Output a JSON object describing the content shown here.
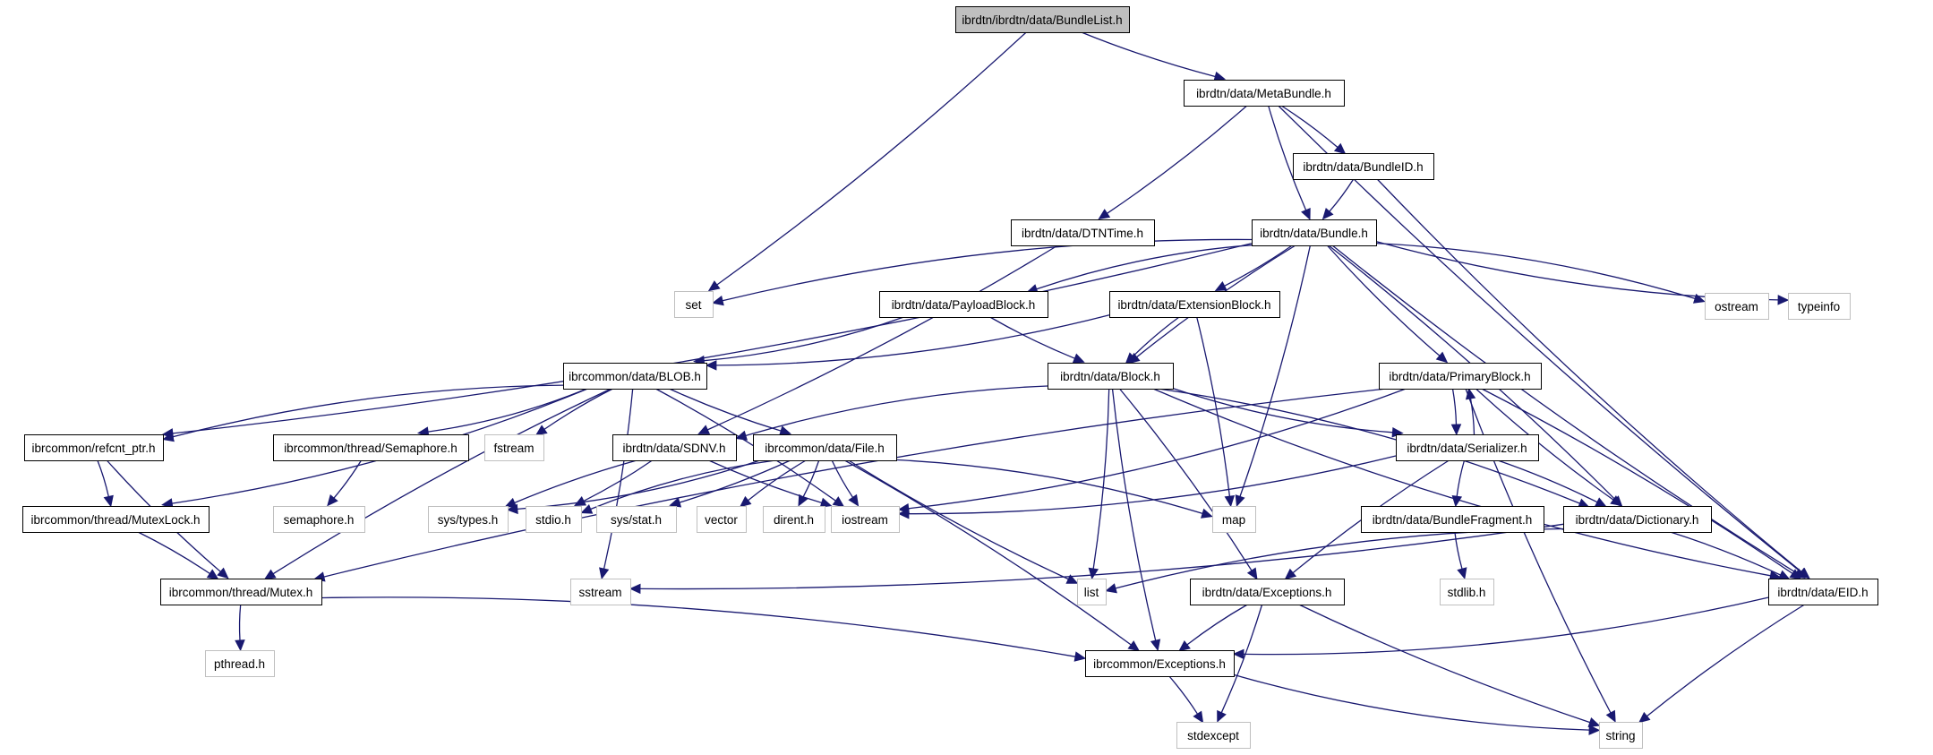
{
  "diagram": {
    "type": "include-dependency-graph",
    "edge_color": "#191970",
    "root_fill": "#bfbfbf",
    "external_border": "#bfbfbf",
    "nodes": [
      {
        "id": "BundleList",
        "label": "ibrdtn/ibrdtn/data/BundleList.h",
        "kind": "root"
      },
      {
        "id": "MetaBundle",
        "label": "ibrdtn/data/MetaBundle.h",
        "kind": "internal"
      },
      {
        "id": "BundleID",
        "label": "ibrdtn/data/BundleID.h",
        "kind": "internal"
      },
      {
        "id": "DTNTime",
        "label": "ibrdtn/data/DTNTime.h",
        "kind": "internal"
      },
      {
        "id": "Bundle",
        "label": "ibrdtn/data/Bundle.h",
        "kind": "internal"
      },
      {
        "id": "set",
        "label": "set",
        "kind": "external"
      },
      {
        "id": "PayloadBlock",
        "label": "ibrdtn/data/PayloadBlock.h",
        "kind": "internal"
      },
      {
        "id": "ExtensionBlock",
        "label": "ibrdtn/data/ExtensionBlock.h",
        "kind": "internal"
      },
      {
        "id": "ostream",
        "label": "ostream",
        "kind": "external"
      },
      {
        "id": "typeinfo",
        "label": "typeinfo",
        "kind": "external"
      },
      {
        "id": "BLOB",
        "label": "ibrcommon/data/BLOB.h",
        "kind": "internal"
      },
      {
        "id": "Block",
        "label": "ibrdtn/data/Block.h",
        "kind": "internal"
      },
      {
        "id": "PrimaryBlock",
        "label": "ibrdtn/data/PrimaryBlock.h",
        "kind": "internal"
      },
      {
        "id": "refcnt_ptr",
        "label": "ibrcommon/refcnt_ptr.h",
        "kind": "internal"
      },
      {
        "id": "Semaphore",
        "label": "ibrcommon/thread/Semaphore.h",
        "kind": "internal"
      },
      {
        "id": "fstream",
        "label": "fstream",
        "kind": "external"
      },
      {
        "id": "SDNV",
        "label": "ibrdtn/data/SDNV.h",
        "kind": "internal"
      },
      {
        "id": "File",
        "label": "ibrcommon/data/File.h",
        "kind": "internal"
      },
      {
        "id": "Serializer",
        "label": "ibrdtn/data/Serializer.h",
        "kind": "internal"
      },
      {
        "id": "MutexLock",
        "label": "ibrcommon/thread/MutexLock.h",
        "kind": "internal"
      },
      {
        "id": "semaphore_h",
        "label": "semaphore.h",
        "kind": "external"
      },
      {
        "id": "sys_types",
        "label": "sys/types.h",
        "kind": "external"
      },
      {
        "id": "stdio",
        "label": "stdio.h",
        "kind": "external"
      },
      {
        "id": "sys_stat",
        "label": "sys/stat.h",
        "kind": "external"
      },
      {
        "id": "vector",
        "label": "vector",
        "kind": "external"
      },
      {
        "id": "dirent",
        "label": "dirent.h",
        "kind": "external"
      },
      {
        "id": "iostream",
        "label": "iostream",
        "kind": "external"
      },
      {
        "id": "map",
        "label": "map",
        "kind": "external"
      },
      {
        "id": "BundleFragment",
        "label": "ibrdtn/data/BundleFragment.h",
        "kind": "internal"
      },
      {
        "id": "Dictionary",
        "label": "ibrdtn/data/Dictionary.h",
        "kind": "internal"
      },
      {
        "id": "Mutex",
        "label": "ibrcommon/thread/Mutex.h",
        "kind": "internal"
      },
      {
        "id": "sstream",
        "label": "sstream",
        "kind": "external"
      },
      {
        "id": "list",
        "label": "list",
        "kind": "external"
      },
      {
        "id": "DataExceptions",
        "label": "ibrdtn/data/Exceptions.h",
        "kind": "internal"
      },
      {
        "id": "stdlib",
        "label": "stdlib.h",
        "kind": "external"
      },
      {
        "id": "EID",
        "label": "ibrdtn/data/EID.h",
        "kind": "internal"
      },
      {
        "id": "pthread",
        "label": "pthread.h",
        "kind": "external"
      },
      {
        "id": "CommonExceptions",
        "label": "ibrcommon/Exceptions.h",
        "kind": "internal"
      },
      {
        "id": "stdexcept",
        "label": "stdexcept",
        "kind": "external"
      },
      {
        "id": "string",
        "label": "string",
        "kind": "external"
      }
    ],
    "edges": [
      [
        "BundleList",
        "set"
      ],
      [
        "BundleList",
        "MetaBundle"
      ],
      [
        "MetaBundle",
        "DTNTime"
      ],
      [
        "MetaBundle",
        "Bundle"
      ],
      [
        "MetaBundle",
        "BundleID"
      ],
      [
        "MetaBundle",
        "EID"
      ],
      [
        "BundleID",
        "Bundle"
      ],
      [
        "BundleID",
        "EID"
      ],
      [
        "DTNTime",
        "SDNV"
      ],
      [
        "Bundle",
        "set"
      ],
      [
        "Bundle",
        "refcnt_ptr"
      ],
      [
        "Bundle",
        "PayloadBlock"
      ],
      [
        "Bundle",
        "ExtensionBlock"
      ],
      [
        "Bundle",
        "Block"
      ],
      [
        "Bundle",
        "map"
      ],
      [
        "Bundle",
        "PrimaryBlock"
      ],
      [
        "Bundle",
        "Dictionary"
      ],
      [
        "Bundle",
        "EID"
      ],
      [
        "Bundle",
        "ostream"
      ],
      [
        "Bundle",
        "typeinfo"
      ],
      [
        "PayloadBlock",
        "BLOB"
      ],
      [
        "PayloadBlock",
        "Block"
      ],
      [
        "ExtensionBlock",
        "BLOB"
      ],
      [
        "ExtensionBlock",
        "Block"
      ],
      [
        "ExtensionBlock",
        "map"
      ],
      [
        "BLOB",
        "refcnt_ptr"
      ],
      [
        "BLOB",
        "MutexLock"
      ],
      [
        "BLOB",
        "Mutex"
      ],
      [
        "BLOB",
        "Semaphore"
      ],
      [
        "BLOB",
        "fstream"
      ],
      [
        "BLOB",
        "sstream"
      ],
      [
        "BLOB",
        "File"
      ],
      [
        "BLOB",
        "iostream"
      ],
      [
        "Block",
        "SDNV"
      ],
      [
        "Block",
        "list"
      ],
      [
        "Block",
        "CommonExceptions"
      ],
      [
        "Block",
        "DataExceptions"
      ],
      [
        "Block",
        "Serializer"
      ],
      [
        "Block",
        "Dictionary"
      ],
      [
        "Block",
        "EID"
      ],
      [
        "PrimaryBlock",
        "iostream"
      ],
      [
        "PrimaryBlock",
        "Mutex"
      ],
      [
        "PrimaryBlock",
        "Serializer"
      ],
      [
        "PrimaryBlock",
        "Dictionary"
      ],
      [
        "PrimaryBlock",
        "EID"
      ],
      [
        "PrimaryBlock",
        "string"
      ],
      [
        "refcnt_ptr",
        "MutexLock"
      ],
      [
        "refcnt_ptr",
        "Mutex"
      ],
      [
        "Semaphore",
        "semaphore_h"
      ],
      [
        "SDNV",
        "sys_types"
      ],
      [
        "SDNV",
        "stdio"
      ],
      [
        "SDNV",
        "iostream"
      ],
      [
        "File",
        "sys_types"
      ],
      [
        "File",
        "stdio"
      ],
      [
        "File",
        "sys_stat"
      ],
      [
        "File",
        "vector"
      ],
      [
        "File",
        "dirent"
      ],
      [
        "File",
        "iostream"
      ],
      [
        "File",
        "map"
      ],
      [
        "File",
        "list"
      ],
      [
        "File",
        "CommonExceptions"
      ],
      [
        "Serializer",
        "PrimaryBlock"
      ],
      [
        "Serializer",
        "iostream"
      ],
      [
        "Serializer",
        "BundleFragment"
      ],
      [
        "Serializer",
        "Dictionary"
      ],
      [
        "Serializer",
        "DataExceptions"
      ],
      [
        "MutexLock",
        "Mutex"
      ],
      [
        "BundleFragment",
        "stdlib"
      ],
      [
        "Dictionary",
        "sstream"
      ],
      [
        "Dictionary",
        "list"
      ],
      [
        "Dictionary",
        "EID"
      ],
      [
        "Mutex",
        "pthread"
      ],
      [
        "Mutex",
        "CommonExceptions"
      ],
      [
        "DataExceptions",
        "CommonExceptions"
      ],
      [
        "DataExceptions",
        "stdexcept"
      ],
      [
        "DataExceptions",
        "string"
      ],
      [
        "EID",
        "CommonExceptions"
      ],
      [
        "EID",
        "string"
      ],
      [
        "CommonExceptions",
        "stdexcept"
      ],
      [
        "CommonExceptions",
        "string"
      ]
    ]
  }
}
